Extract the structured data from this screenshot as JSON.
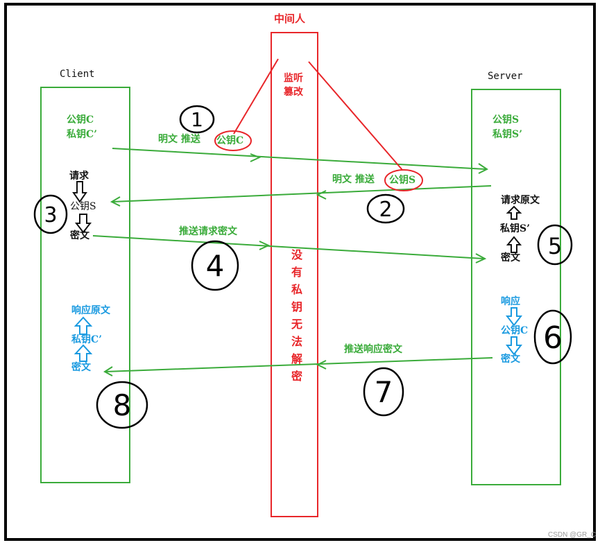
{
  "title_mitm": "中间人",
  "label_client": "Client",
  "label_server": "Server",
  "mitm": {
    "listen": "监听",
    "tamper": "篡改",
    "no_key_chars": [
      "没",
      "有",
      "私",
      "钥",
      "无",
      "法",
      "解",
      "密"
    ]
  },
  "client": {
    "pub": "公钥C",
    "priv": "私钥C’",
    "req": "请求",
    "pubS": "公钥S",
    "cipher": "密文",
    "resp_plain": "响应原文",
    "privC": "私钥C’",
    "resp_cipher": "密文"
  },
  "server": {
    "pub": "公钥S",
    "priv": "私钥S’",
    "req_plain": "请求原文",
    "privS": "私钥S’",
    "cipher": "密文",
    "resp": "响应",
    "pubC": "公钥C",
    "resp_cipher": "密文"
  },
  "arrows": {
    "a1_text": "明文 推送",
    "a1_key": "公钥C",
    "a2_text": "明文 推送",
    "a2_key": "公钥S",
    "a4_text": "推送请求密文",
    "a7_text": "推送响应密文"
  },
  "steps": [
    "1",
    "2",
    "3",
    "4",
    "5",
    "6",
    "7",
    "8"
  ],
  "colors": {
    "green": "#3aab3a",
    "red": "#e8262a",
    "blue": "#1a9ae0",
    "black": "#111111"
  },
  "watermark": "CSDN @GR_C"
}
